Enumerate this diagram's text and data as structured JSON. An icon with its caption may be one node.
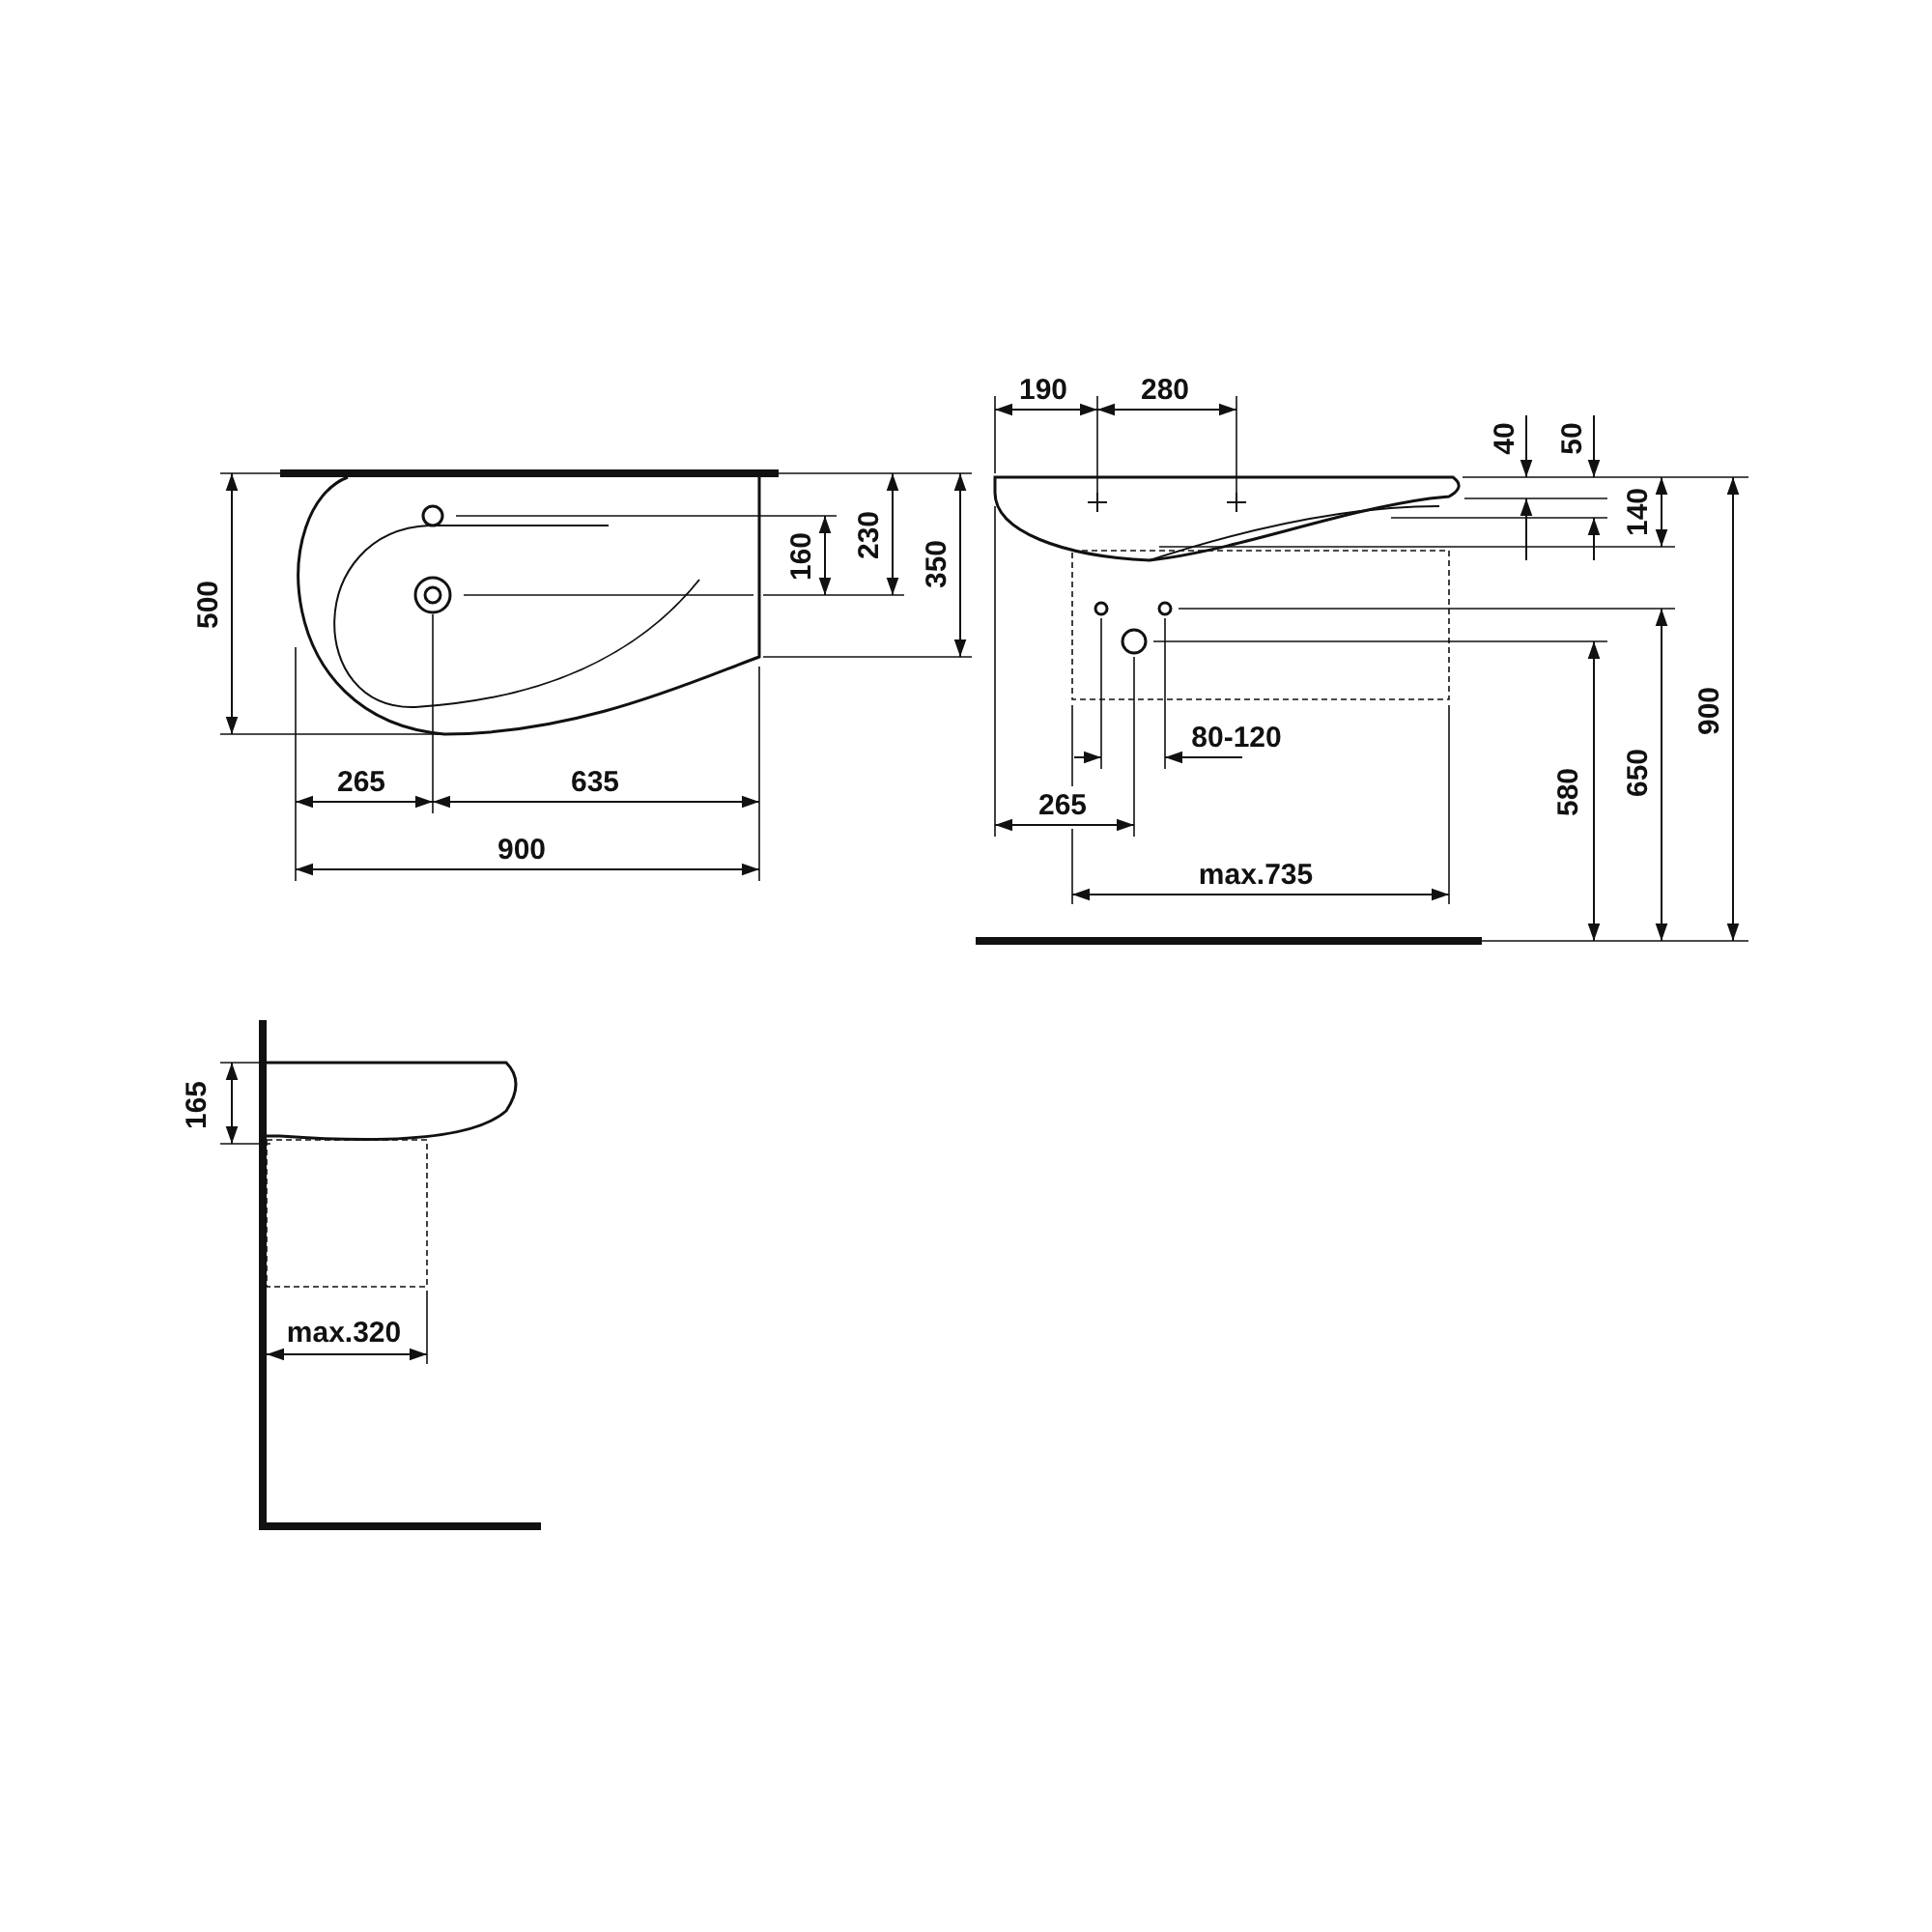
{
  "diagram": {
    "labels": [
      "500",
      "160",
      "230",
      "350",
      "265",
      "635",
      "900",
      "190",
      "280",
      "40",
      "50",
      "140",
      "80-120",
      "265",
      "max.735",
      "580",
      "650",
      "900",
      "165",
      "max.320"
    ]
  }
}
